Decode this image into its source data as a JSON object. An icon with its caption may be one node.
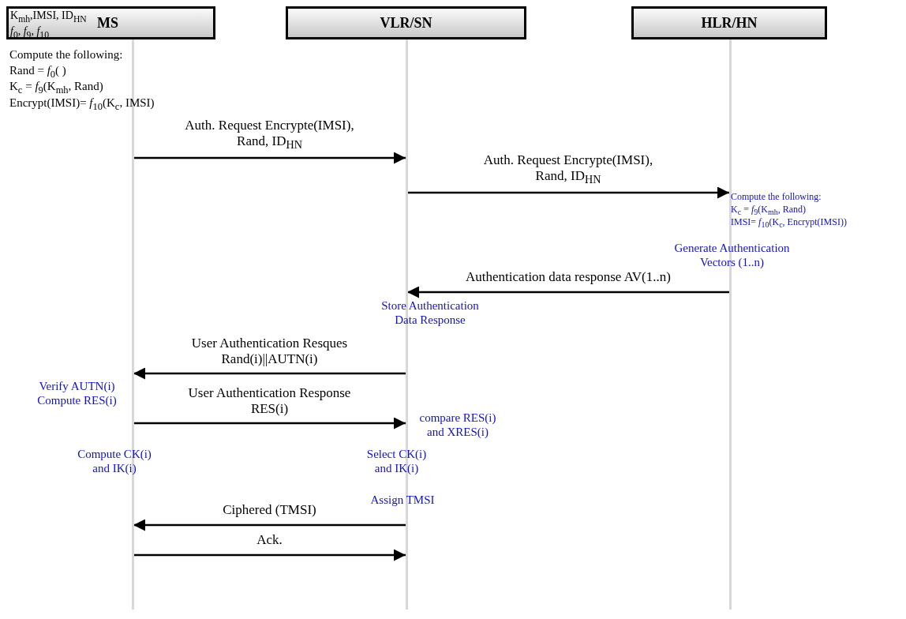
{
  "diagram": {
    "nodes": [
      {
        "text": [
          "K$_{mh}$,IMSI, ID$_{HN}$",
          "*f*$_{0}$, *f*$_{9}$, *f*$_{10}$",
          "MS"
        ]
      },
      {
        "text": [
          "VLR/SN"
        ]
      },
      {
        "text": [
          "HLR/HN"
        ]
      }
    ],
    "edges": [
      {
        "from": 0,
        "to": 1,
        "arrow": "to",
        "label": "Auth. Request Encrypte(IMSI), Rand, ID$_{HN}$"
      },
      {
        "from": 1,
        "to": 2,
        "arrow": "to",
        "label": "Auth. Request Encrypte(IMSI), Rand, ID$_{HN}$"
      },
      {
        "from": 2,
        "to": 1,
        "arrow": "to",
        "label": "Authentication data response AV(1..n)"
      },
      {
        "from": 1,
        "to": 0,
        "arrow": "to",
        "label": "User Authentication Resques Rand(i)||AUTN(i)"
      },
      {
        "from": 0,
        "to": 1,
        "arrow": "to",
        "label": "User Authentication Response RES(i)"
      },
      {
        "from": 1,
        "to": 0,
        "arrow": "to",
        "label": "Ciphered (TMSI)"
      },
      {
        "from": 0,
        "to": 1,
        "arrow": "to",
        "label": "Ack."
      }
    ],
    "labels": [
      "Compute the following:",
      "Rand = *f*$_{0}$( )",
      "K$_{c}$ = *f*$_{9}$(K$_{mh}$, Rand)",
      "Encrypt(IMSI)= *f*$_{10}$(K$_{c}$, IMSI)",
      "Compute the following:",
      "K$_{c}$ = *f*$_{9}$(K$_{mh}$, Rand)",
      "IMSI= *f*$_{10}$(K$_{c}$, Encrypt(IMSI))",
      "Generate Authentication Vectors (1..n)",
      "Store Authentication Data Response",
      "Verify AUTN(i) Compute RES(i)",
      "compare RES(i) and XRES(i)",
      "Compute CK(i) and IK(i)",
      "Select CK(i) and IK(i)",
      "Assign TMSI"
    ]
  }
}
